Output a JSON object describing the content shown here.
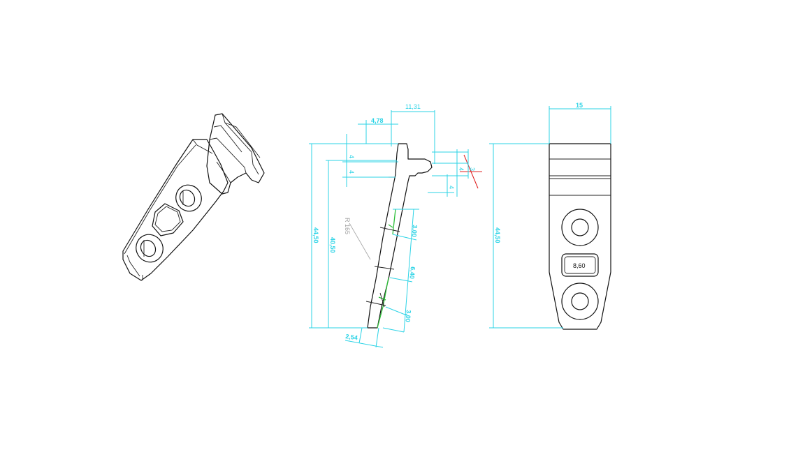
{
  "drawing": {
    "views": [
      "isometric-view",
      "side-view",
      "front-view"
    ],
    "side_view": {
      "dim_top_width": "11,31",
      "dim_hook_width": "4,78",
      "dim_left_a": "4",
      "dim_left_b": "4",
      "dim_right_a": "4",
      "dim_right_b": "4",
      "dim_right_c": "3",
      "dim_total_height": "44,50",
      "dim_inner_height": "40,50",
      "dim_radius": "R 165",
      "dim_seg_1": "3,00",
      "dim_seg_2": "6,40",
      "dim_seg_3": "3,00",
      "dim_bottom": "2,54"
    },
    "front_view": {
      "dim_width": "15",
      "dim_height": "44,50",
      "dim_slot": "8,60"
    }
  }
}
